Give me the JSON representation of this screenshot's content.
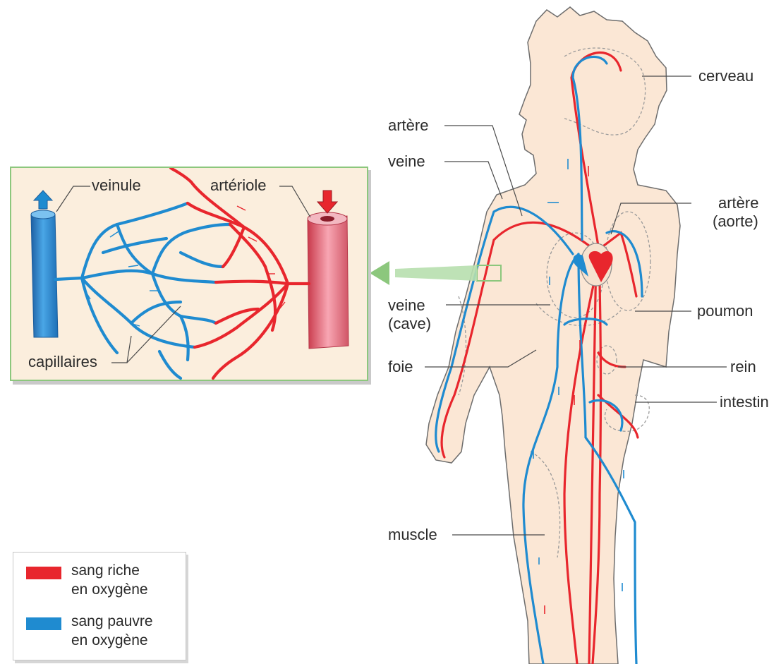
{
  "labels": {
    "cerveau": "cerveau",
    "artere": "artère",
    "veine": "veine",
    "artere_aorte_1": "artère",
    "artere_aorte_2": "(aorte)",
    "veine_cave_1": "veine",
    "veine_cave_2": "(cave)",
    "poumon": "poumon",
    "foie": "foie",
    "rein": "rein",
    "intestin": "intestin",
    "muscle": "muscle"
  },
  "inset": {
    "veinule": "veinule",
    "arteriole": "artériole",
    "capillaires": "capillaires"
  },
  "legend": {
    "items": [
      {
        "line1": "sang riche",
        "line2": "en oxygène",
        "color": "#e8262d"
      },
      {
        "line1": "sang pauvre",
        "line2": "en oxygène",
        "color": "#1f8bd0"
      }
    ]
  },
  "colors": {
    "oxygen_rich": "#e8262d",
    "oxygen_poor": "#1f8bd0",
    "skin": "#fbe7d5",
    "inset_border": "#8cc77d"
  }
}
